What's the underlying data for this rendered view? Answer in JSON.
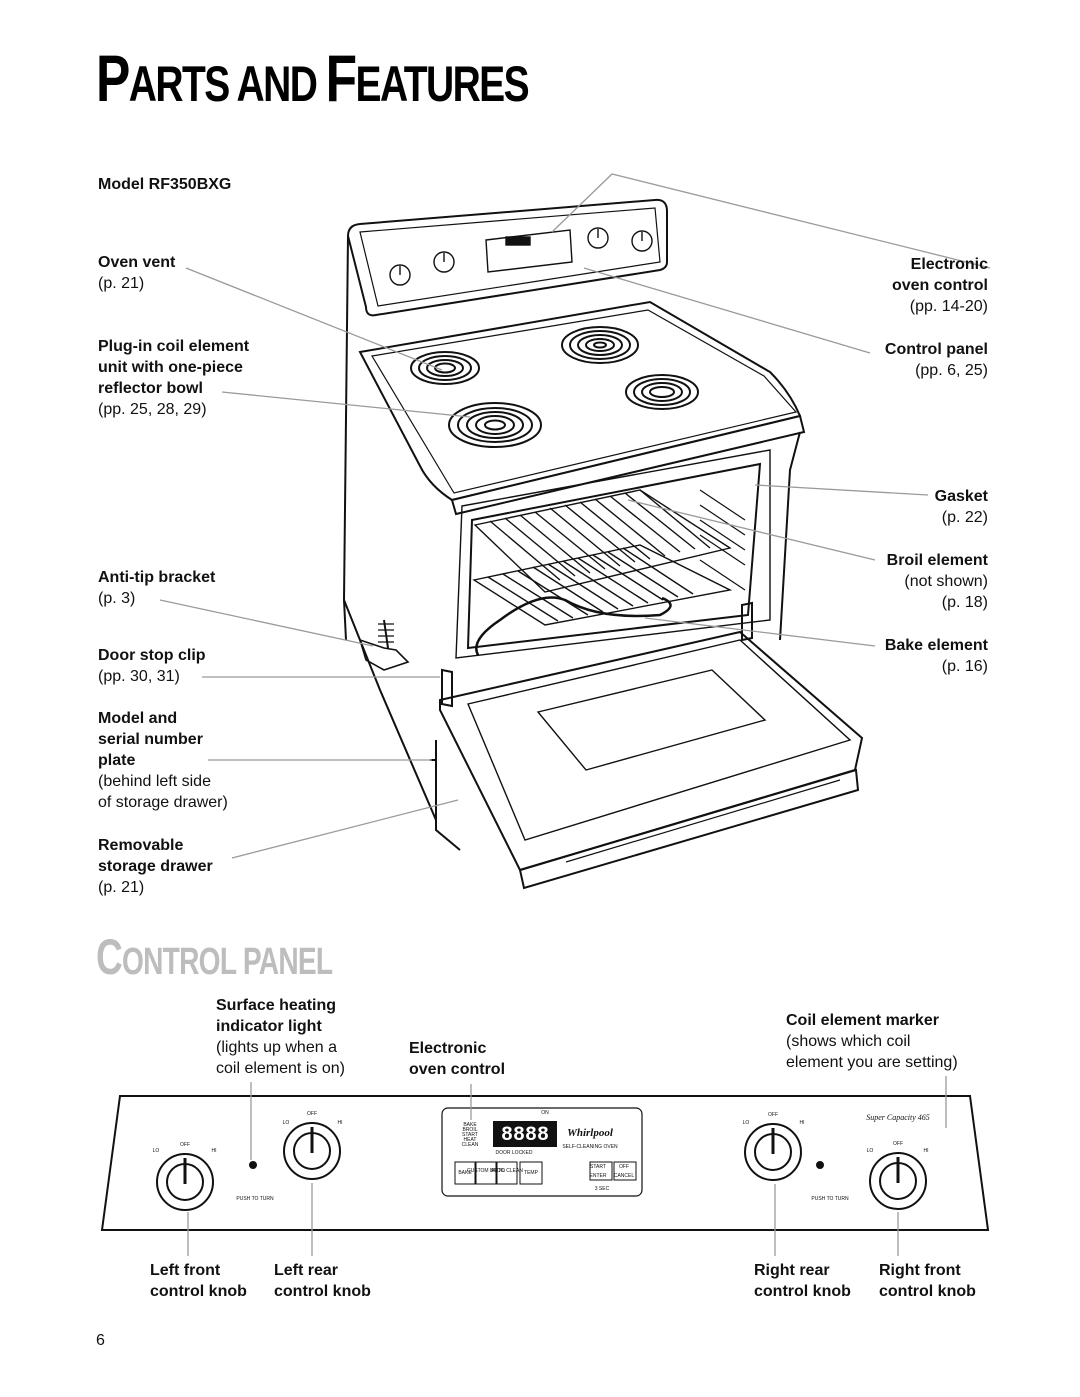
{
  "page": {
    "title_first_big": "P",
    "title_first_small": "ARTS AND ",
    "title_second_big": "F",
    "title_second_small": "EATURES",
    "section_big": "C",
    "section_small": "ONTROL PANEL",
    "page_number": "6"
  },
  "range": {
    "model": "Model RF350BXG",
    "callouts_left": {
      "oven_vent": {
        "name": "Oven vent",
        "ref": "(p. 21)"
      },
      "coil_element": {
        "name_line1": "Plug-in coil element",
        "name_line2": "unit with one-piece",
        "name_line3": "reflector bowl",
        "ref": "(pp. 25, 28, 29)"
      },
      "anti_tip": {
        "name": "Anti-tip bracket",
        "ref": "(p. 3)"
      },
      "door_stop": {
        "name": "Door stop clip",
        "ref": "(pp. 30, 31)"
      },
      "model_plate": {
        "name_line1": "Model and",
        "name_line2": "serial number",
        "name_line3": "plate",
        "note_line1": "(behind left side",
        "note_line2": "of storage drawer)"
      },
      "drawer": {
        "name_line1": "Removable",
        "name_line2": "storage drawer",
        "ref": "(p. 21)"
      }
    },
    "callouts_right": {
      "electronic_control": {
        "name_line1": "Electronic",
        "name_line2": "oven control",
        "ref": "(pp. 14-20)"
      },
      "control_panel": {
        "name": "Control panel",
        "ref": "(pp. 6, 25)"
      },
      "gasket": {
        "name": "Gasket",
        "ref": "(p. 22)"
      },
      "broil": {
        "name": "Broil element",
        "note": "(not shown)",
        "ref": "(p. 18)"
      },
      "bake": {
        "name": "Bake element",
        "ref": "(p. 16)"
      }
    }
  },
  "control_panel": {
    "surface_light": {
      "name_line1": "Surface heating",
      "name_line2": "indicator light",
      "note_line1": "(lights up when a",
      "note_line2": "coil element is on)"
    },
    "electronic": {
      "name_line1": "Electronic",
      "name_line2": "oven control"
    },
    "coil_marker": {
      "name": "Coil element marker",
      "note_line1": "(shows which coil",
      "note_line2": "element you are setting)"
    },
    "knobs": {
      "left_front": {
        "line1": "Left front",
        "line2": "control knob"
      },
      "left_rear": {
        "line1": "Left rear",
        "line2": "control knob"
      },
      "right_rear": {
        "line1": "Right rear",
        "line2": "control knob"
      },
      "right_front": {
        "line1": "Right front",
        "line2": "control knob"
      }
    },
    "panel_text": {
      "off": "OFF",
      "lo": "LO",
      "hi": "HI",
      "push_to_turn": "PUSH TO TURN",
      "brand": "Whirlpool",
      "self_cleaning": "SELF-CLEANING OVEN",
      "door_locked": "DOOR LOCKED",
      "on": "ON",
      "display": "8888",
      "super_capacity": "Super Capacity 465",
      "status_labels": [
        "BAKE",
        "BROIL",
        "START",
        "HEAT",
        "CLEAN"
      ],
      "buttons": [
        "BAKE",
        "CUSTOM BROIL",
        "AUTO CLEAN",
        "TEMP"
      ],
      "start": "START",
      "start_sub": "ENTER",
      "off_button": "OFF",
      "off_sub": "CANCEL",
      "hold": "3 SEC"
    }
  }
}
